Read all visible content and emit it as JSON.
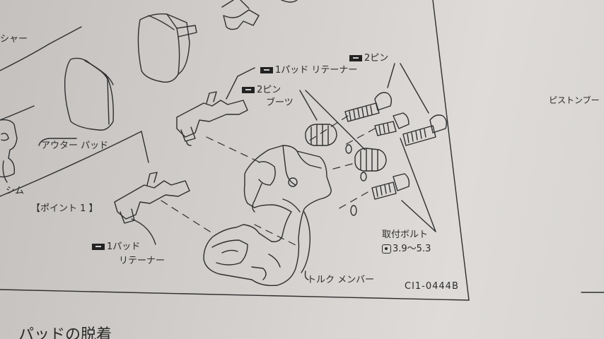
{
  "labels": {
    "washer": "シャー",
    "outer_pad": "アウター パッド",
    "shim": "シム",
    "point": "【ポイント 1 】",
    "pin_top": "2ピン",
    "pad_retainer_top": "1パッド リテーナー",
    "pin_boot_1": "2ピン",
    "pin_boot_2": "ブーツ",
    "pad_retainer_bottom_1": "1パッド",
    "pad_retainer_bottom_2": "リテーナー",
    "mounting_bolt": "取付ボルト",
    "torque_value": "3.9～5.3",
    "torque_member": "トルク メンバー",
    "figure_code": "CI1-0444B",
    "piston_boot": "ピストンブー",
    "section_heading": "パッドの脱着"
  },
  "icons": [
    "grease-symbol-icon",
    "torque-wrench-icon"
  ]
}
